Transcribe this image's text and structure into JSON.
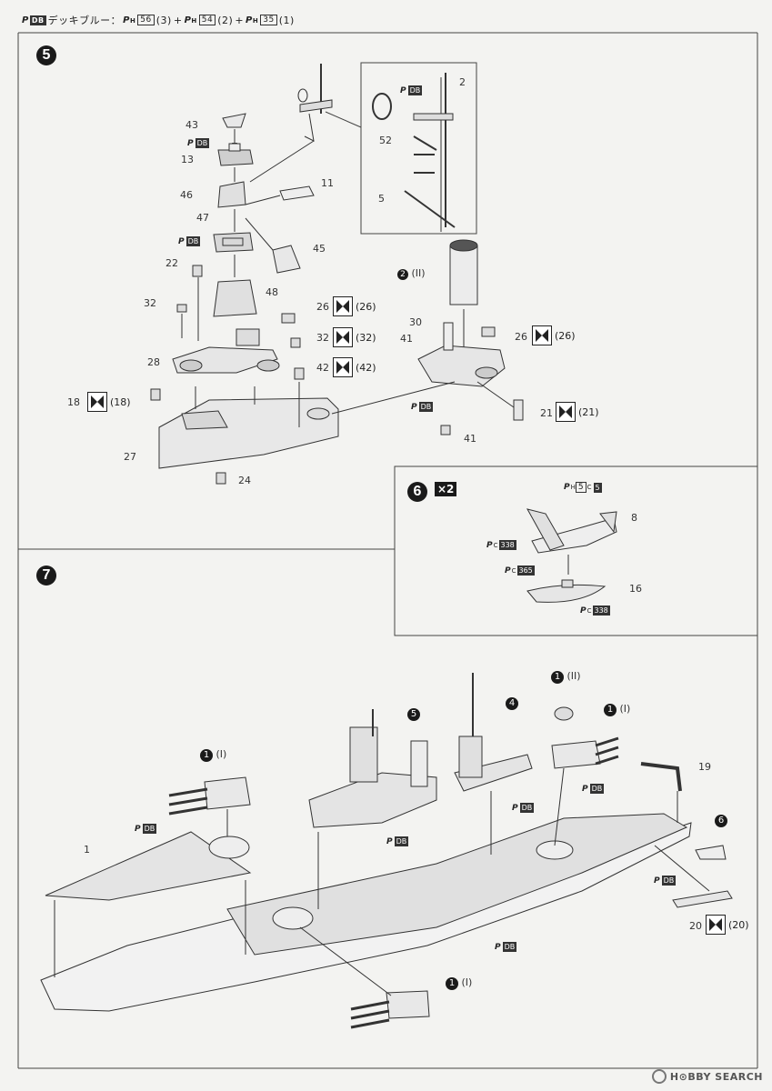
{
  "header": {
    "paint_code": "DB",
    "title": "デッキブルー：",
    "mix": [
      {
        "code": "56",
        "ratio": "(3)"
      },
      {
        "code": "54",
        "ratio": "(2)"
      },
      {
        "code": "35",
        "ratio": "(1)"
      }
    ],
    "plus": "+"
  },
  "steps": {
    "s5": "5",
    "s6": "6",
    "s6_mult": "×2",
    "s7": "7"
  },
  "step5": {
    "parts": {
      "p2": "2",
      "p52": "52",
      "p5": "5",
      "p43": "43",
      "p13": "13",
      "p46": "46",
      "p11": "11",
      "p47": "47",
      "p45": "45",
      "p22": "22",
      "p48": "48",
      "p32a": "32",
      "p28": "28",
      "p18": "18",
      "p27": "27",
      "p24": "24",
      "p26a": "26",
      "p32b": "32",
      "p42": "42",
      "p30": "30",
      "p41a": "41",
      "p41b": "41",
      "p26b": "26",
      "p21": "21",
      "sub2": "2",
      "sub2_note": "(II)"
    },
    "stickers": {
      "s26a": "(26)",
      "s32": "(32)",
      "s42": "(42)",
      "s18": "(18)",
      "s26b": "(26)",
      "s21": "(21)"
    },
    "paint": "DB"
  },
  "step6": {
    "p8": "8",
    "p16": "16",
    "paint_h": "5",
    "paint_c": "5",
    "paint_338a": "338",
    "paint_365": "365",
    "paint_338b": "338"
  },
  "step7": {
    "turret_note": "(I)",
    "turret2_note": "(II)",
    "p1": "1",
    "p19": "19",
    "p20": "20",
    "s20": "(20)",
    "ref5": "5",
    "ref4": "4",
    "ref1a": "1",
    "ref1b": "1",
    "ref1c": "1",
    "ref1d": "1",
    "ref6": "6",
    "paint": "DB"
  },
  "watermark": "H⊙BBY SEARCH"
}
